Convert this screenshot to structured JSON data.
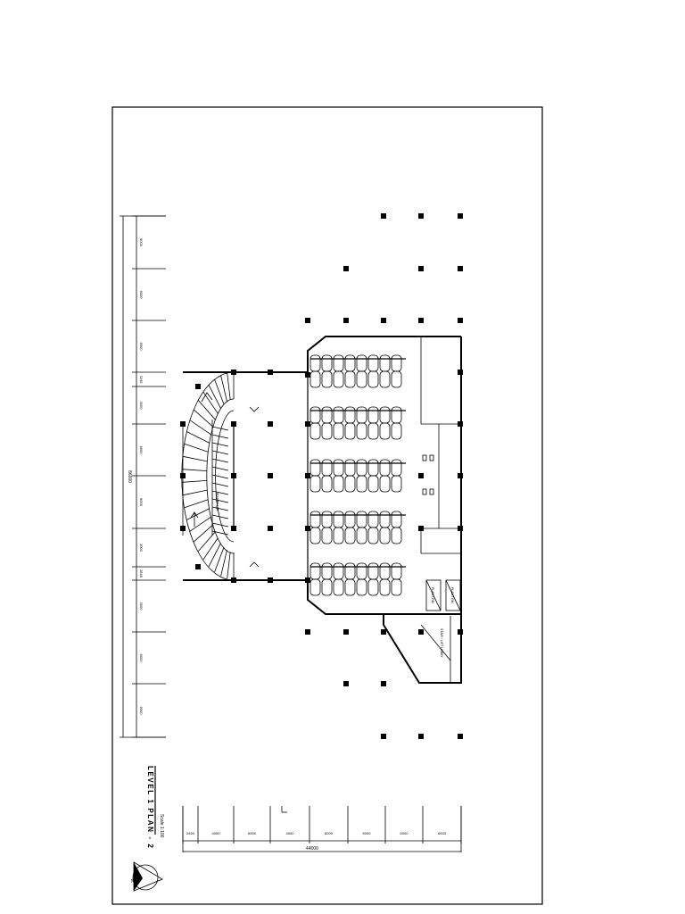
{
  "drawing": {
    "title": "LEVEL 1 PLAN - 2",
    "scale": "Scale 1:100"
  },
  "left_dimensions": {
    "overall": "86000",
    "segments": [
      "6000",
      "6000",
      "6000",
      "3245",
      "3000",
      "6000",
      "6000",
      "3000",
      "2845",
      "3000",
      "6000",
      "6000"
    ]
  },
  "bottom_dimensions": {
    "overall": "44000",
    "segments": [
      "2450",
      "4050",
      "6000",
      "4000",
      "6000",
      "6000",
      "6000",
      "6000"
    ]
  },
  "ramp": {
    "label": "RAMP UP"
  },
  "rooms": [
    {
      "label": "PLANT RM"
    },
    {
      "label": "PLANT RM"
    },
    {
      "label": "STAIR / LIFT LOBBY"
    }
  ],
  "north_arrow": {
    "label": "N"
  }
}
